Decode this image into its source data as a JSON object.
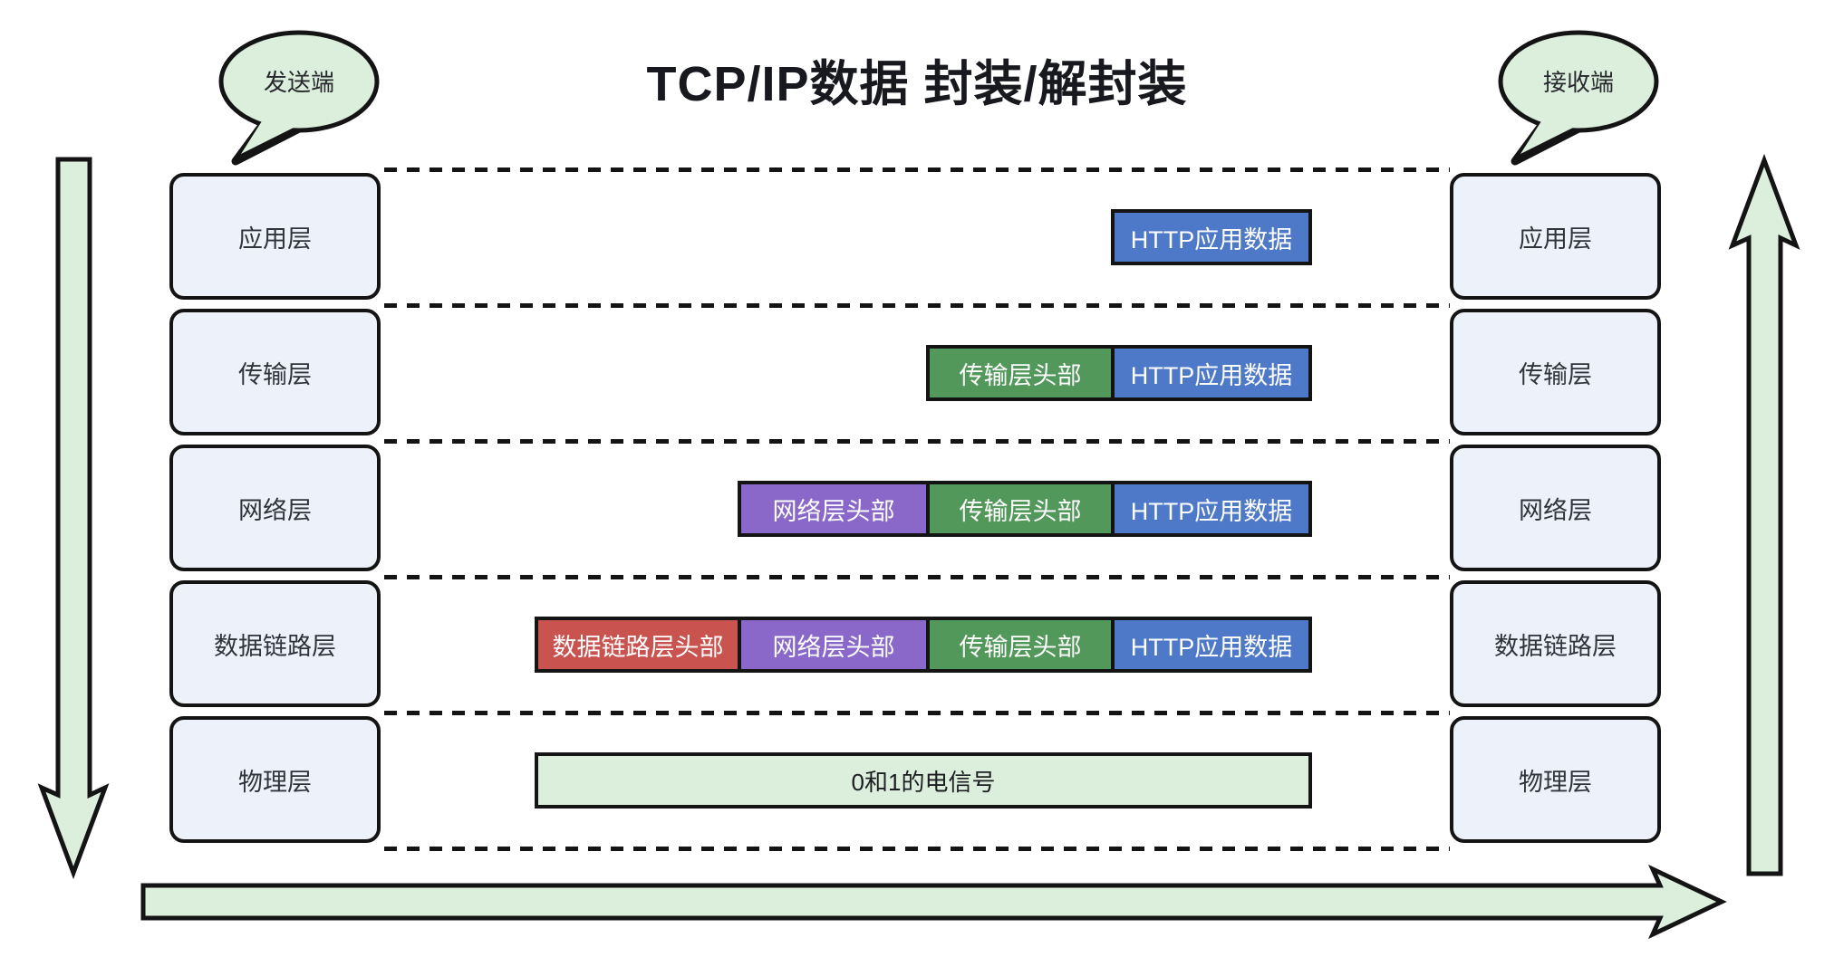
{
  "title": "TCP/IP数据 封装/解封装",
  "endpoints": {
    "sender": "发送端",
    "receiver": "接收端"
  },
  "layers": [
    "应用层",
    "传输层",
    "网络层",
    "数据链路层",
    "物理层"
  ],
  "encapsulation": {
    "rows": [
      {
        "layer": "应用层",
        "segments": [
          {
            "type": "http",
            "label": "HTTP应用数据"
          }
        ]
      },
      {
        "layer": "传输层",
        "segments": [
          {
            "type": "transport",
            "label": "传输层头部"
          },
          {
            "type": "http",
            "label": "HTTP应用数据"
          }
        ]
      },
      {
        "layer": "网络层",
        "segments": [
          {
            "type": "network",
            "label": "网络层头部"
          },
          {
            "type": "transport",
            "label": "传输层头部"
          },
          {
            "type": "http",
            "label": "HTTP应用数据"
          }
        ]
      },
      {
        "layer": "数据链路层",
        "segments": [
          {
            "type": "datalink",
            "label": "数据链路层头部"
          },
          {
            "type": "network",
            "label": "网络层头部"
          },
          {
            "type": "transport",
            "label": "传输层头部"
          },
          {
            "type": "http",
            "label": "HTTP应用数据"
          }
        ]
      },
      {
        "layer": "物理层",
        "segments": [
          {
            "type": "physical",
            "label": "0和1的电信号"
          }
        ]
      }
    ]
  },
  "colors": {
    "http_blue": "#4e79c8",
    "transport_green": "#52985a",
    "network_purple": "#8968c9",
    "datalink_red": "#c8534f",
    "soft_green": "#dcefdd",
    "layer_box_fill": "#edf1fa",
    "outline": "#141414"
  }
}
